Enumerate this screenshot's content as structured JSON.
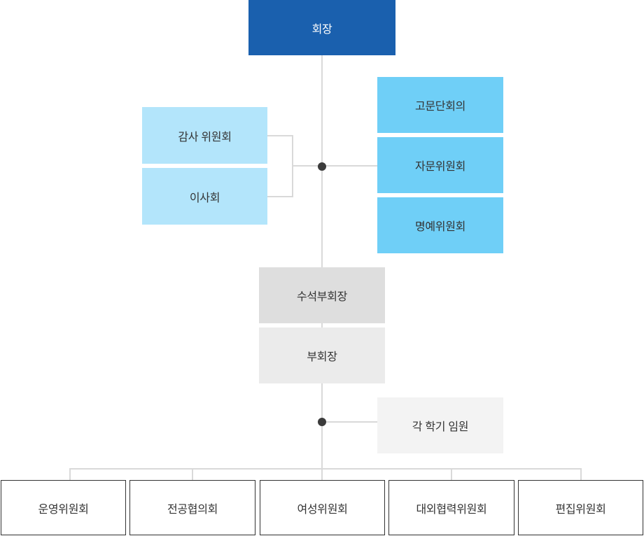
{
  "org_chart": {
    "root": {
      "label": "회장"
    },
    "left_branch": [
      {
        "label": "감사 위원회"
      },
      {
        "label": "이사회"
      }
    ],
    "right_branch": [
      {
        "label": "고문단회의"
      },
      {
        "label": "자문위원회"
      },
      {
        "label": "명예위원회"
      }
    ],
    "middle_chain": [
      {
        "label": "수석부회장"
      },
      {
        "label": "부회장"
      }
    ],
    "side_node": {
      "label": "각 학기 임원"
    },
    "bottom_row": [
      {
        "label": "운영위원회"
      },
      {
        "label": "전공협의회"
      },
      {
        "label": "여성위원회"
      },
      {
        "label": "대외협력위원회"
      },
      {
        "label": "편집위원회"
      }
    ]
  },
  "colors": {
    "root_bg": "#1a60ae",
    "root_text": "#ffffff",
    "left_branch_bg": "#b3e5fb",
    "right_branch_bg": "#6fcff7",
    "senior_vp_bg": "#dedede",
    "vp_bg": "#ebebeb",
    "side_node_bg": "#f3f3f3",
    "bottom_box_border": "#333333",
    "connector_line": "#d9d9d9",
    "junction_dot": "#3b3b3b",
    "text": "#333333"
  }
}
